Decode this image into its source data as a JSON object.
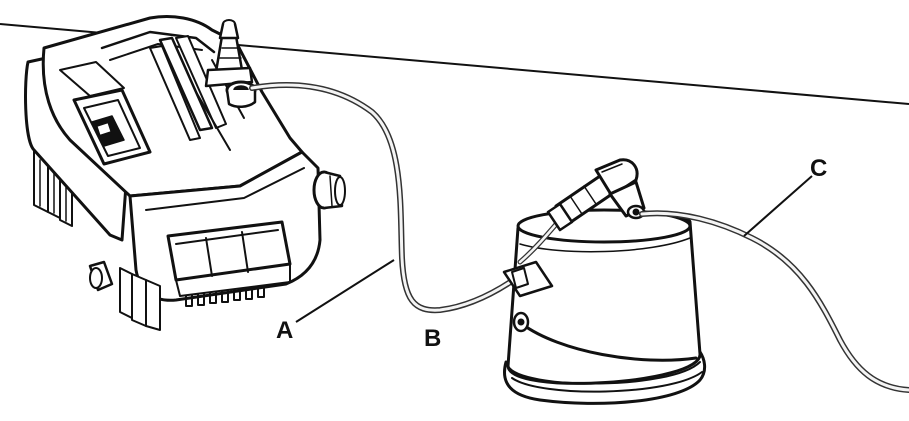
{
  "labels": {
    "a": "A",
    "b": "B",
    "c": "C"
  },
  "colors": {
    "stroke": "#111111",
    "fill": "#ffffff",
    "shade": "#d9d9d9",
    "tube_outline": "#333333",
    "tube_fill": "#f4f4f4"
  },
  "parts": {
    "device": "pump-unit-icon",
    "bucket": "bucket-icon",
    "tube_device": "tube-a-icon",
    "tube_bucket": "tube-c-icon",
    "connector": "connector-icon"
  }
}
